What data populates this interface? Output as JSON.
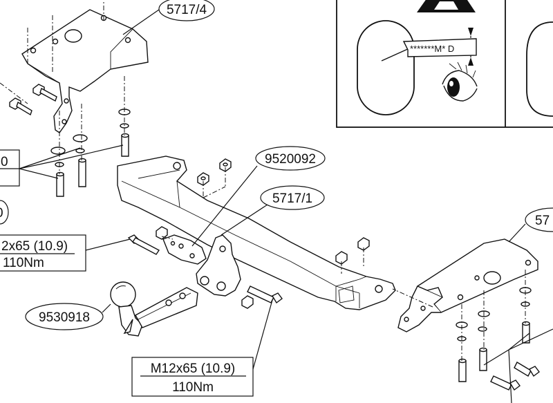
{
  "labels": {
    "bracket_left": "5717/4",
    "bracket_right": "57",
    "crossbar": "5717/1",
    "fastener_kit": "9520092",
    "towball": "9530918",
    "bolt_left_fragment": "0",
    "bolt_left_fragment2": "0",
    "bolt_spec_left_top": "2x65 (10.9)",
    "bolt_spec_left_bottom": "110Nm",
    "bolt_spec_center_top": "M12x65 (10.9)",
    "bolt_spec_center_bottom": "110Nm"
  },
  "warning_panel": {
    "plate_code": "*******M* D"
  },
  "colors": {
    "line": "#111111",
    "background": "#ffffff"
  }
}
